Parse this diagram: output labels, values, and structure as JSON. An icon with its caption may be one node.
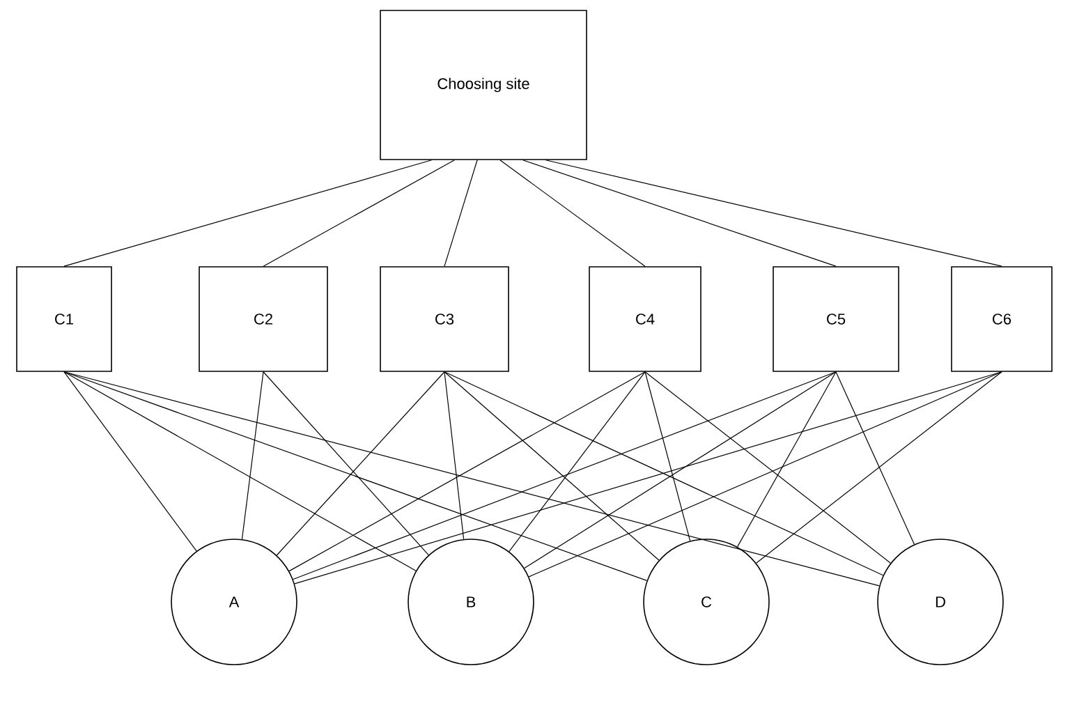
{
  "diagram": {
    "nodes": [
      {
        "text": [
          "Choosing site"
        ]
      },
      {
        "text": [
          "C1"
        ]
      },
      {
        "text": [
          "C2"
        ]
      },
      {
        "text": [
          "C3"
        ]
      },
      {
        "text": [
          "C4"
        ]
      },
      {
        "text": [
          "C5"
        ]
      },
      {
        "text": [
          "C6"
        ]
      },
      {
        "text": [
          "A"
        ]
      },
      {
        "text": [
          "B"
        ]
      },
      {
        "text": [
          "C"
        ]
      },
      {
        "text": [
          "D"
        ]
      }
    ],
    "edges": [
      {
        "from": 0,
        "to": 1,
        "arrow": "none"
      },
      {
        "from": 0,
        "to": 2,
        "arrow": "none"
      },
      {
        "from": 0,
        "to": 3,
        "arrow": "none"
      },
      {
        "from": 0,
        "to": 4,
        "arrow": "none"
      },
      {
        "from": 0,
        "to": 5,
        "arrow": "none"
      },
      {
        "from": 0,
        "to": 6,
        "arrow": "none"
      },
      {
        "from": 1,
        "to": 7,
        "arrow": "none"
      },
      {
        "from": 1,
        "to": 8,
        "arrow": "none"
      },
      {
        "from": 1,
        "to": 9,
        "arrow": "none"
      },
      {
        "from": 1,
        "to": 10,
        "arrow": "none"
      },
      {
        "from": 2,
        "to": 7,
        "arrow": "none"
      },
      {
        "from": 2,
        "to": 8,
        "arrow": "none"
      },
      {
        "from": 3,
        "to": 7,
        "arrow": "none"
      },
      {
        "from": 3,
        "to": 8,
        "arrow": "none"
      },
      {
        "from": 3,
        "to": 9,
        "arrow": "none"
      },
      {
        "from": 3,
        "to": 10,
        "arrow": "none"
      },
      {
        "from": 4,
        "to": 7,
        "arrow": "none"
      },
      {
        "from": 4,
        "to": 8,
        "arrow": "none"
      },
      {
        "from": 4,
        "to": 9,
        "arrow": "none"
      },
      {
        "from": 4,
        "to": 10,
        "arrow": "none"
      },
      {
        "from": 5,
        "to": 7,
        "arrow": "none"
      },
      {
        "from": 5,
        "to": 8,
        "arrow": "none"
      },
      {
        "from": 5,
        "to": 9,
        "arrow": "none"
      },
      {
        "from": 5,
        "to": 10,
        "arrow": "none"
      },
      {
        "from": 6,
        "to": 7,
        "arrow": "none"
      },
      {
        "from": 6,
        "to": 8,
        "arrow": "none"
      },
      {
        "from": 6,
        "to": 9,
        "arrow": "none"
      }
    ]
  }
}
